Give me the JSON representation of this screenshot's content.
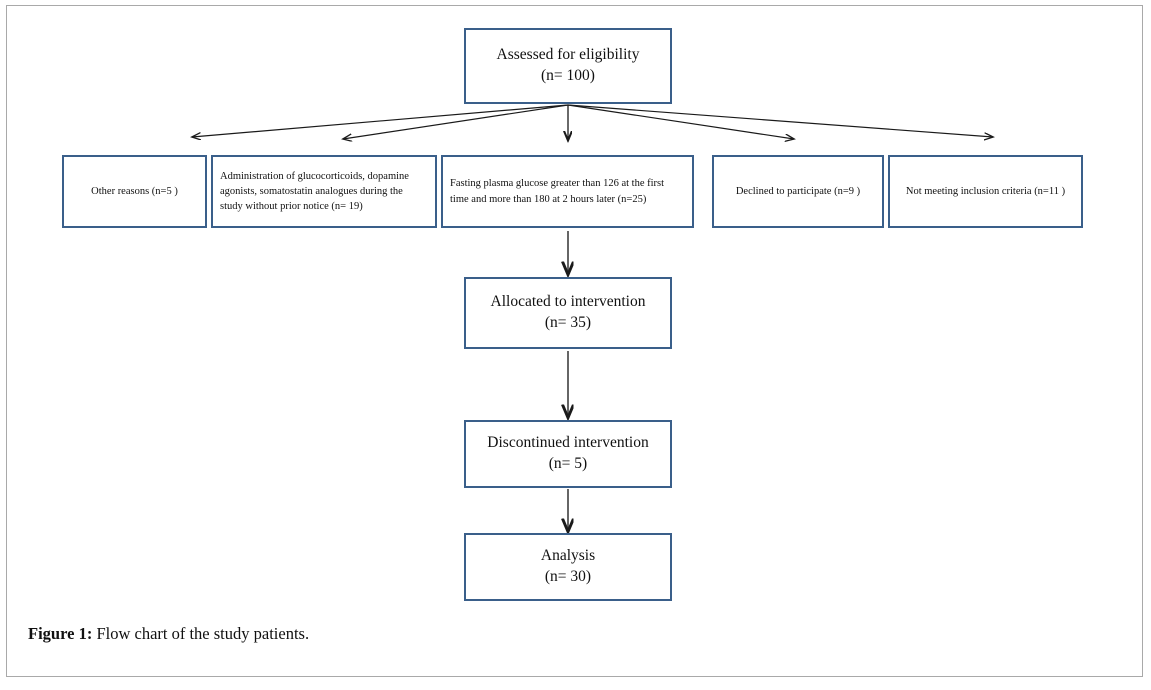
{
  "figure": {
    "caption_label": "Figure 1:",
    "caption_text": "Flow chart of the study patients.",
    "colors": {
      "node_border": "#3a5f8a",
      "outer_frame": "#a9a9a9",
      "connector": "#1a1a1a",
      "background": "#ffffff",
      "text": "#111111"
    }
  },
  "diagram": {
    "type": "flowchart",
    "title": "Flow chart of the study patients",
    "nodes": [
      {
        "id": "assessed",
        "label": "Assessed for eligibility\n(n= 100)",
        "line1": "Assessed for eligibility",
        "line2": "(n= 100)",
        "count": 100,
        "row": 1
      },
      {
        "id": "other-reasons",
        "label": "Other reasons  (n=5 )",
        "count": 5,
        "row": 2
      },
      {
        "id": "administration-drugs",
        "label": "Administration of glucocorticoids, dopamine agonists, somatostatin analogues during the study without prior notice (n= 19)",
        "count": 19,
        "row": 2
      },
      {
        "id": "fasting-plasma-glucose",
        "label": "Fasting plasma glucose greater than 126 at  the first time and more than 180 at 2 hours later (n=25)",
        "count": 25,
        "row": 2
      },
      {
        "id": "declined-participate",
        "label": "Declined to participate  (n=9 )",
        "count": 9,
        "row": 2
      },
      {
        "id": "not-meeting-criteria",
        "label": "Not meeting inclusion criteria  (n=11 )",
        "count": 11,
        "row": 2
      },
      {
        "id": "allocated",
        "label": "Allocated to intervention\n(n= 35)",
        "line1": "Allocated to intervention",
        "line2": "(n= 35)",
        "count": 35,
        "row": 3
      },
      {
        "id": "discontinued",
        "label": "Discontinued intervention\n(n= 5)",
        "line1": "Discontinued intervention",
        "line2": "(n= 5)",
        "count": 5,
        "row": 4
      },
      {
        "id": "analysis",
        "label": "Analysis\n(n= 30)",
        "line1": "Analysis",
        "line2": "(n= 30)",
        "count": 30,
        "row": 5
      }
    ],
    "edges": [
      {
        "from": "assessed",
        "to": "other-reasons",
        "style": "arrow"
      },
      {
        "from": "assessed",
        "to": "administration-drugs",
        "style": "arrow"
      },
      {
        "from": "assessed",
        "to": "fasting-plasma-glucose",
        "style": "arrow"
      },
      {
        "from": "assessed",
        "to": "declined-participate",
        "style": "arrow"
      },
      {
        "from": "assessed",
        "to": "not-meeting-criteria",
        "style": "arrow"
      },
      {
        "from": "fasting-plasma-glucose",
        "to": "allocated",
        "style": "arrow"
      },
      {
        "from": "allocated",
        "to": "discontinued",
        "style": "arrow"
      },
      {
        "from": "discontinued",
        "to": "analysis",
        "style": "arrow"
      }
    ]
  }
}
